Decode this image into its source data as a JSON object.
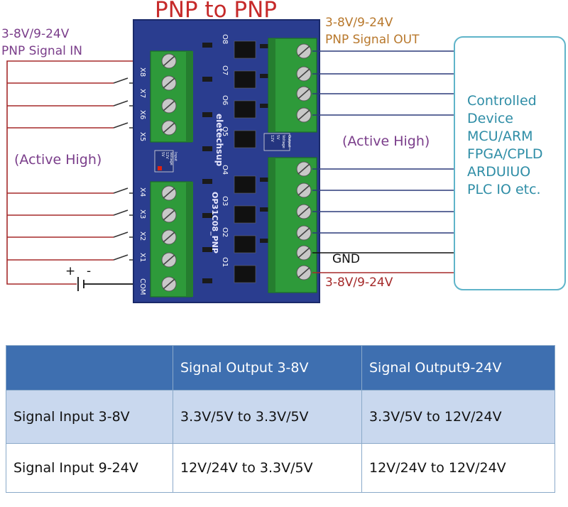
{
  "diagram": {
    "title": "PNP to PNP",
    "input_voltage": "3-8V/9-24V",
    "input_signal": "PNP Signal IN",
    "output_voltage": "3-8V/9-24V",
    "output_signal": "PNP Signal OUT",
    "active_left": "(Active High)",
    "active_right": "(Active High)",
    "device_lines": [
      "Controlled",
      "Device",
      "MCU/ARM",
      "FPGA/CPLD",
      "ARDUIUO",
      "PLC IO etc."
    ],
    "gnd_label": "GND",
    "power_label": "3-8V/9-24V",
    "battery_plus": "+",
    "battery_minus": "-",
    "board": {
      "brand": "eletechsup",
      "model": "OP31C08_PNP",
      "input_terminals": [
        "X8",
        "X7",
        "X6",
        "X5",
        "X4",
        "X3",
        "X2",
        "X1",
        "COM",
        "+"
      ],
      "output_terminals": [
        "O8",
        "O7",
        "O6",
        "O5",
        "O4",
        "O3",
        "O2",
        "O1"
      ],
      "input_voltage_mark": [
        "Input",
        "Voltage",
        "12V",
        "5V"
      ],
      "output_voltage_mark": [
        "Output",
        "Voltage",
        "5V",
        "12V"
      ]
    },
    "colors": {
      "board": "#2a3d8f",
      "terminal": "#2e9a3a",
      "wire_red": "#a52a2a",
      "wire_blue": "#2b3a7a",
      "device_border": "#5fb4c9"
    }
  },
  "table": {
    "header": [
      "",
      "Signal Output 3-8V",
      "Signal Output9-24V"
    ],
    "rows": [
      [
        "Signal Input 3-8V",
        "3.3V/5V to 3.3V/5V",
        "3.3V/5V to 12V/24V"
      ],
      [
        "Signal Input 9-24V",
        "12V/24V to 3.3V/5V",
        "12V/24V to 12V/24V"
      ]
    ]
  }
}
